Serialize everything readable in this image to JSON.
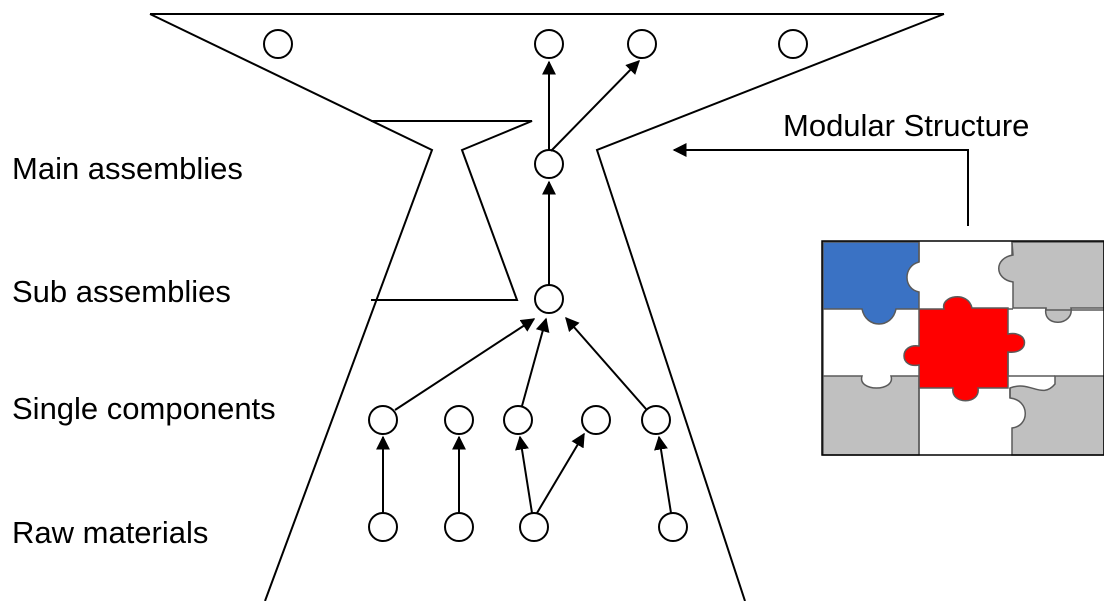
{
  "labels": {
    "main_assemblies": "Main assemblies",
    "sub_assemblies": "Sub assemblies",
    "single_components": "Single components",
    "raw_materials": "Raw materials",
    "modular_structure": "Modular Structure"
  },
  "colors": {
    "line": "#000000",
    "piece_blue": "#3a72c4",
    "piece_red": "#ff0000",
    "piece_gray": "#c0c0c0",
    "piece_white": "#ffffff",
    "piece_outline": "#5a5a5a"
  }
}
